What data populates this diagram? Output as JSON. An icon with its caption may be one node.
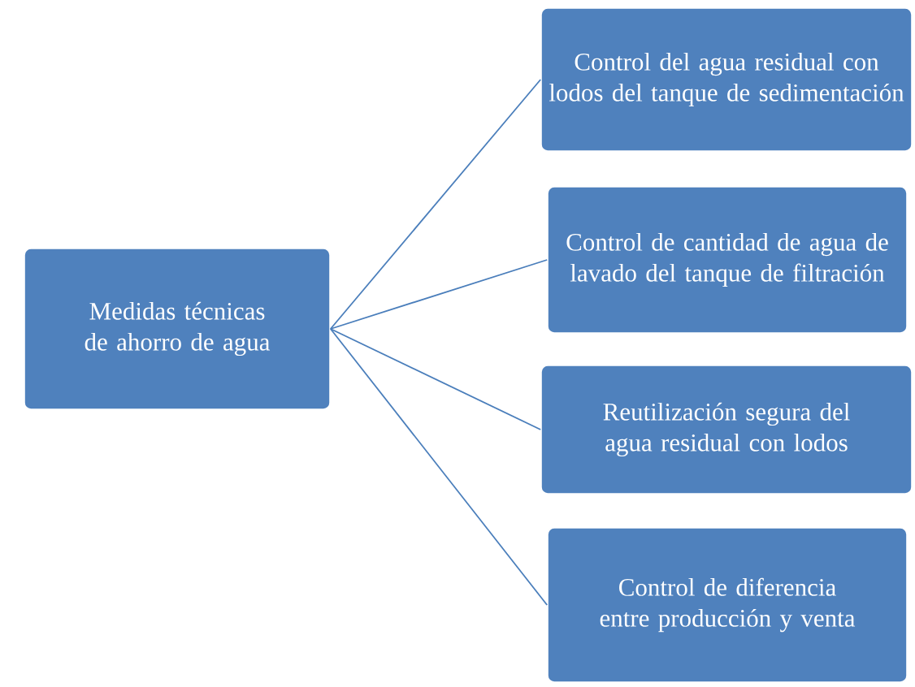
{
  "diagram": {
    "nodes": [
      {
        "text": [
          "Medidas técnicas de ahorro de agua"
        ]
      },
      {
        "text": [
          "Control del agua residual con lodos del tanque de sedimentación"
        ]
      },
      {
        "text": [
          "Control de cantidad de agua de lavado del tanque de filtración"
        ]
      },
      {
        "text": [
          "Reutilización segura del agua residual con lodos"
        ]
      },
      {
        "text": [
          "Control de diferencia entre producción y venta"
        ]
      }
    ],
    "edges": [
      {
        "from": 0,
        "to": 1,
        "arrow": "none"
      },
      {
        "from": 0,
        "to": 2,
        "arrow": "none"
      },
      {
        "from": 0,
        "to": 3,
        "arrow": "none"
      },
      {
        "from": 0,
        "to": 4,
        "arrow": "none"
      }
    ]
  }
}
